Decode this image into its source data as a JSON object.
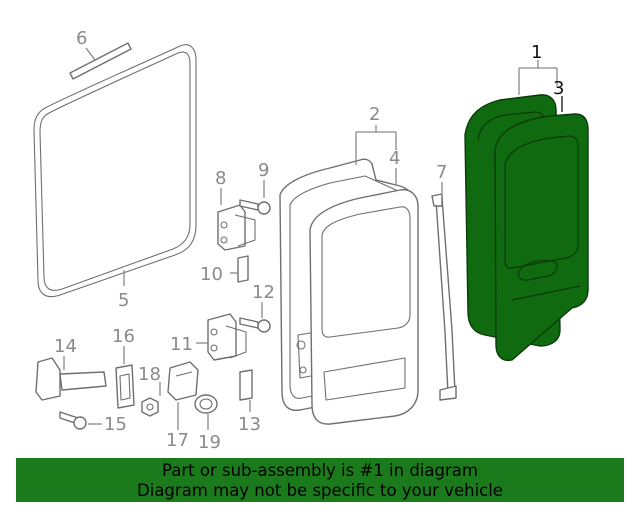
{
  "callouts": {
    "c1": "1",
    "c2": "2",
    "c3": "3",
    "c4": "4",
    "c5": "5",
    "c6": "6",
    "c7": "7",
    "c8": "8",
    "c9": "9",
    "c10": "10",
    "c11": "11",
    "c12": "12",
    "c13": "13",
    "c14": "14",
    "c15": "15",
    "c16": "16",
    "c17": "17",
    "c18": "18",
    "c19": "19"
  },
  "banner": {
    "line1": "Part or sub-assembly is #1 in diagram",
    "line2": "Diagram may not be specific to your vehicle"
  },
  "colors": {
    "highlight": "#106b10",
    "banner": "#1b7a1b",
    "line": "#8a8a8a"
  }
}
